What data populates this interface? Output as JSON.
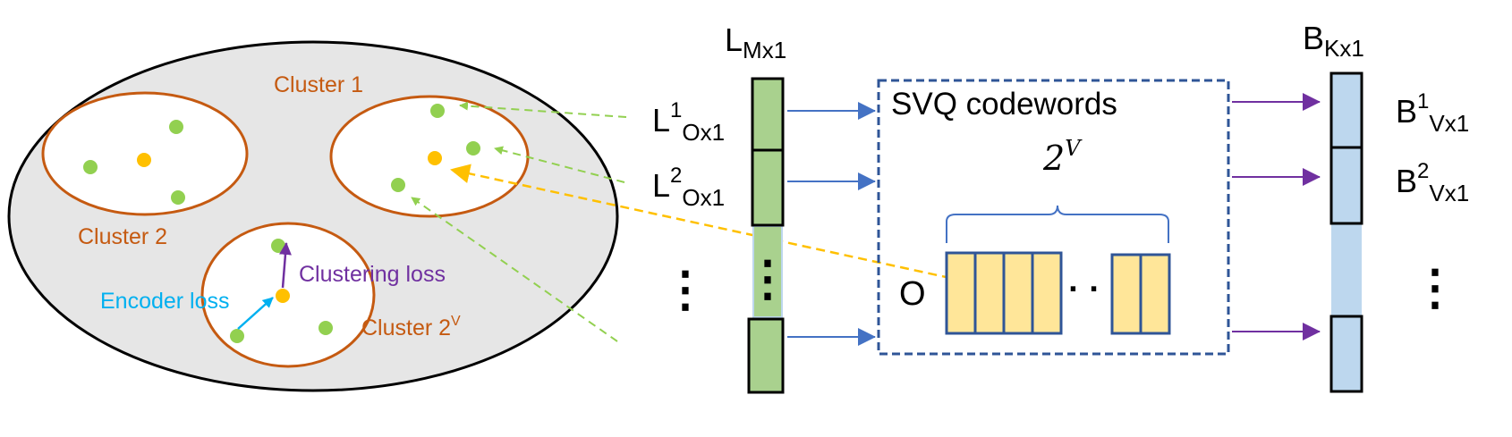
{
  "left_panel": {
    "cluster_1_label": "Cluster 1",
    "cluster_2_label": "Cluster 2",
    "cluster_2v_label": "Cluster 2",
    "cluster_2v_sup": "V",
    "clustering_loss_label": "Clustering loss",
    "encoder_loss_label": "Encoder loss"
  },
  "latent_vector": {
    "label_main": "L",
    "label_sub": "Mx1",
    "seg1_main": "L",
    "seg1_sup": "1",
    "seg1_sub": "Ox1",
    "seg2_main": "L",
    "seg2_sup": "2",
    "seg2_sub": "Ox1",
    "dots": "⋮"
  },
  "codebook": {
    "title": "SVQ codewords",
    "count_base": "2",
    "count_exp": "V",
    "o_label": "O",
    "ellipsis": "· ·"
  },
  "binary_vector": {
    "label_main": "B",
    "label_sub": "Kx1",
    "seg1_main": "B",
    "seg1_sup": "1",
    "seg1_sub": "Vx1",
    "seg2_main": "B",
    "seg2_sup": "2",
    "seg2_sub": "Vx1",
    "dots": "⋮"
  },
  "colors": {
    "cluster_orange": "#c55a11",
    "green_point": "#92d050",
    "yellow_point": "#ffc000",
    "purple": "#7030a0",
    "cyan": "#00b0f0",
    "blue_arrow": "#4472c4",
    "codebook_border": "#2f5597",
    "latent_fill": "#a9d18e",
    "binary_fill": "#bdd7ee",
    "codeword_fill": "#ffe699"
  }
}
